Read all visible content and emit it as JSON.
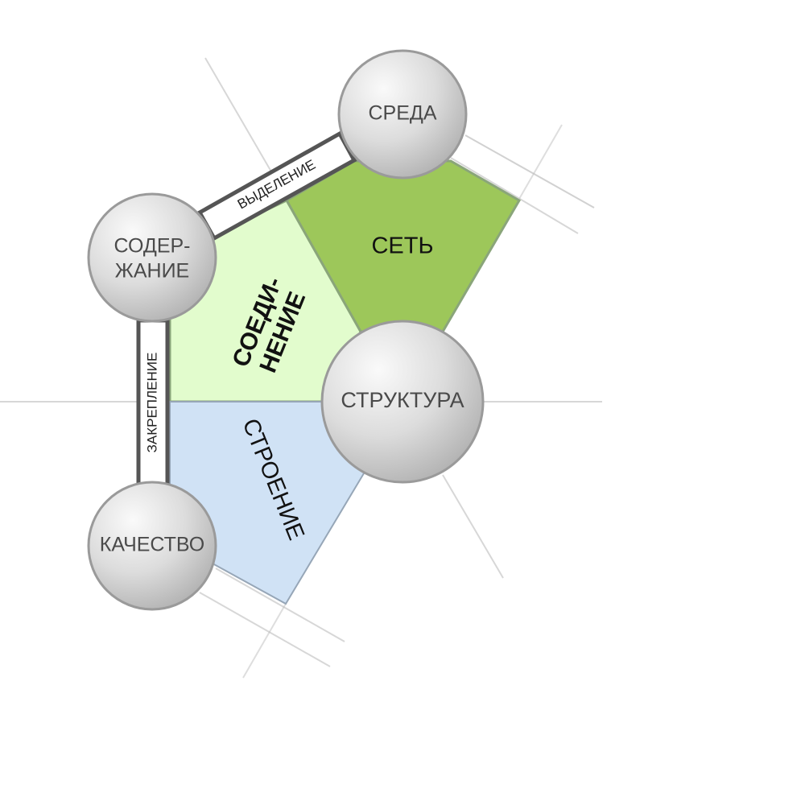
{
  "nodes": {
    "sreda": "СРЕДА",
    "soderzhanie_line1": "СОДЕР-",
    "soderzhanie_line2": "ЖАНИЕ",
    "struktura": "СТРУКТУРА",
    "kachestvo": "КАЧЕСТВО"
  },
  "regions": {
    "set": "СЕТЬ",
    "soedinenie_line1": "СОЕДИ-",
    "soedinenie_line2": "НЕНИЕ",
    "stroenie": "СТРОЕНИЕ"
  },
  "links": {
    "vydelenie": "ВЫДЕЛЕНИЕ",
    "zakreplenie": "ЗАКРЕПЛЕНИЕ"
  },
  "colors": {
    "set_fill": "#9dc75a",
    "soedinenie_fill": "#e2fccd",
    "stroenie_fill": "#d0e2f5",
    "node_fill_light": "#f8f8f8",
    "node_fill_dark": "#bdbdbd",
    "node_stroke": "#9a9a9a",
    "link_stroke": "#555555"
  }
}
